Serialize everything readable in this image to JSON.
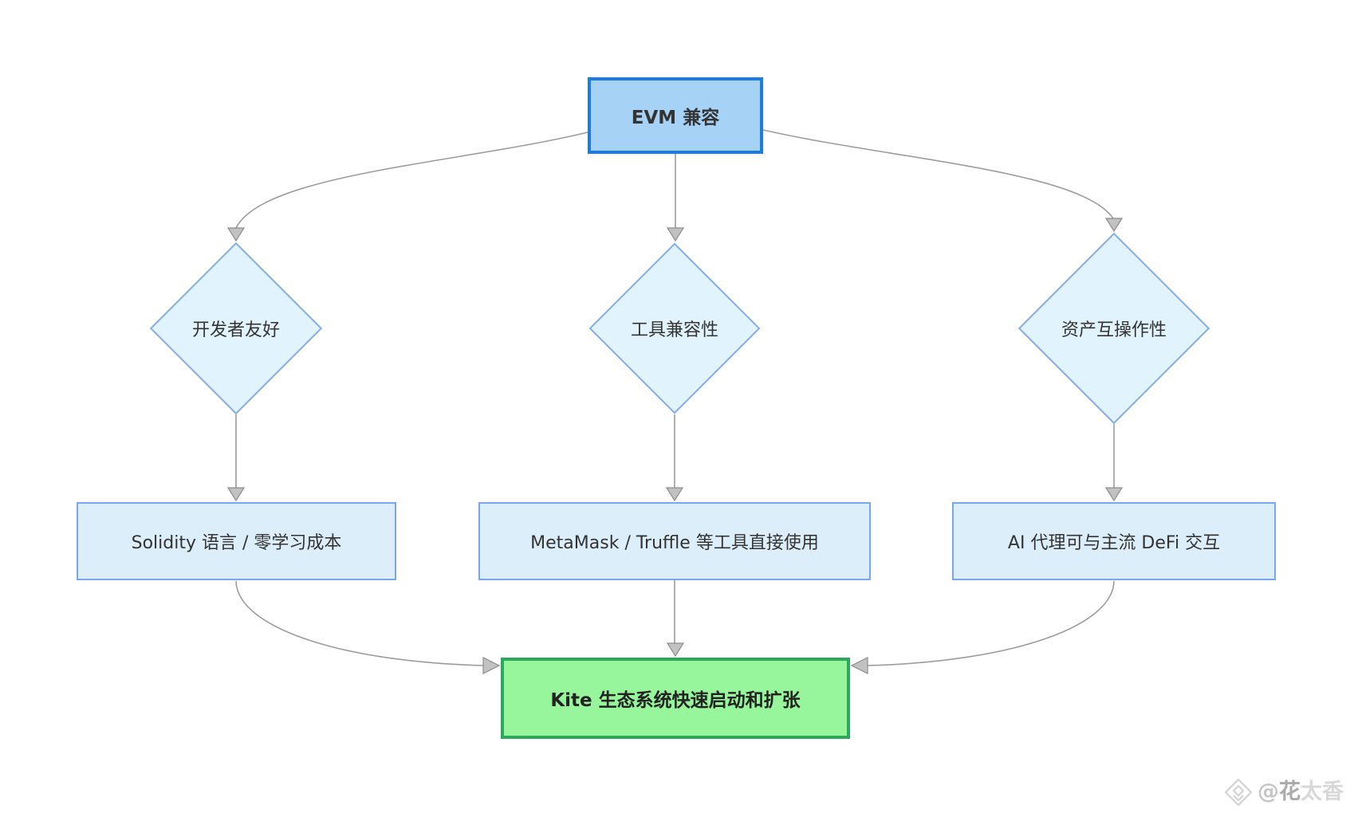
{
  "diagram": {
    "root": {
      "label": "EVM 兼容"
    },
    "branches": [
      {
        "condition": "开发者友好",
        "result": "Solidity 语言 / 零学习成本"
      },
      {
        "condition": "工具兼容性",
        "result": "MetaMask / Truffle 等工具直接使用"
      },
      {
        "condition": "资产互操作性",
        "result": "AI 代理可与主流 DeFi 交互"
      }
    ],
    "outcome": {
      "label": "Kite 生态系统快速启动和扩张"
    }
  },
  "watermark": {
    "icon": "diamond-logo-icon",
    "at": "@",
    "name_bold": "花",
    "name_light": "太香"
  },
  "colors": {
    "root_fill": "#a6d2f5",
    "root_border": "#1b7ce6",
    "diamond_fill": "#e1f3fc",
    "diamond_border": "#84aee4",
    "result_fill": "#ddeefb",
    "result_border": "#7aa6ee",
    "outcome_fill": "#97f59b",
    "outcome_border": "#2ba85c",
    "edge": "#9c9c9c",
    "text": "#333333"
  }
}
